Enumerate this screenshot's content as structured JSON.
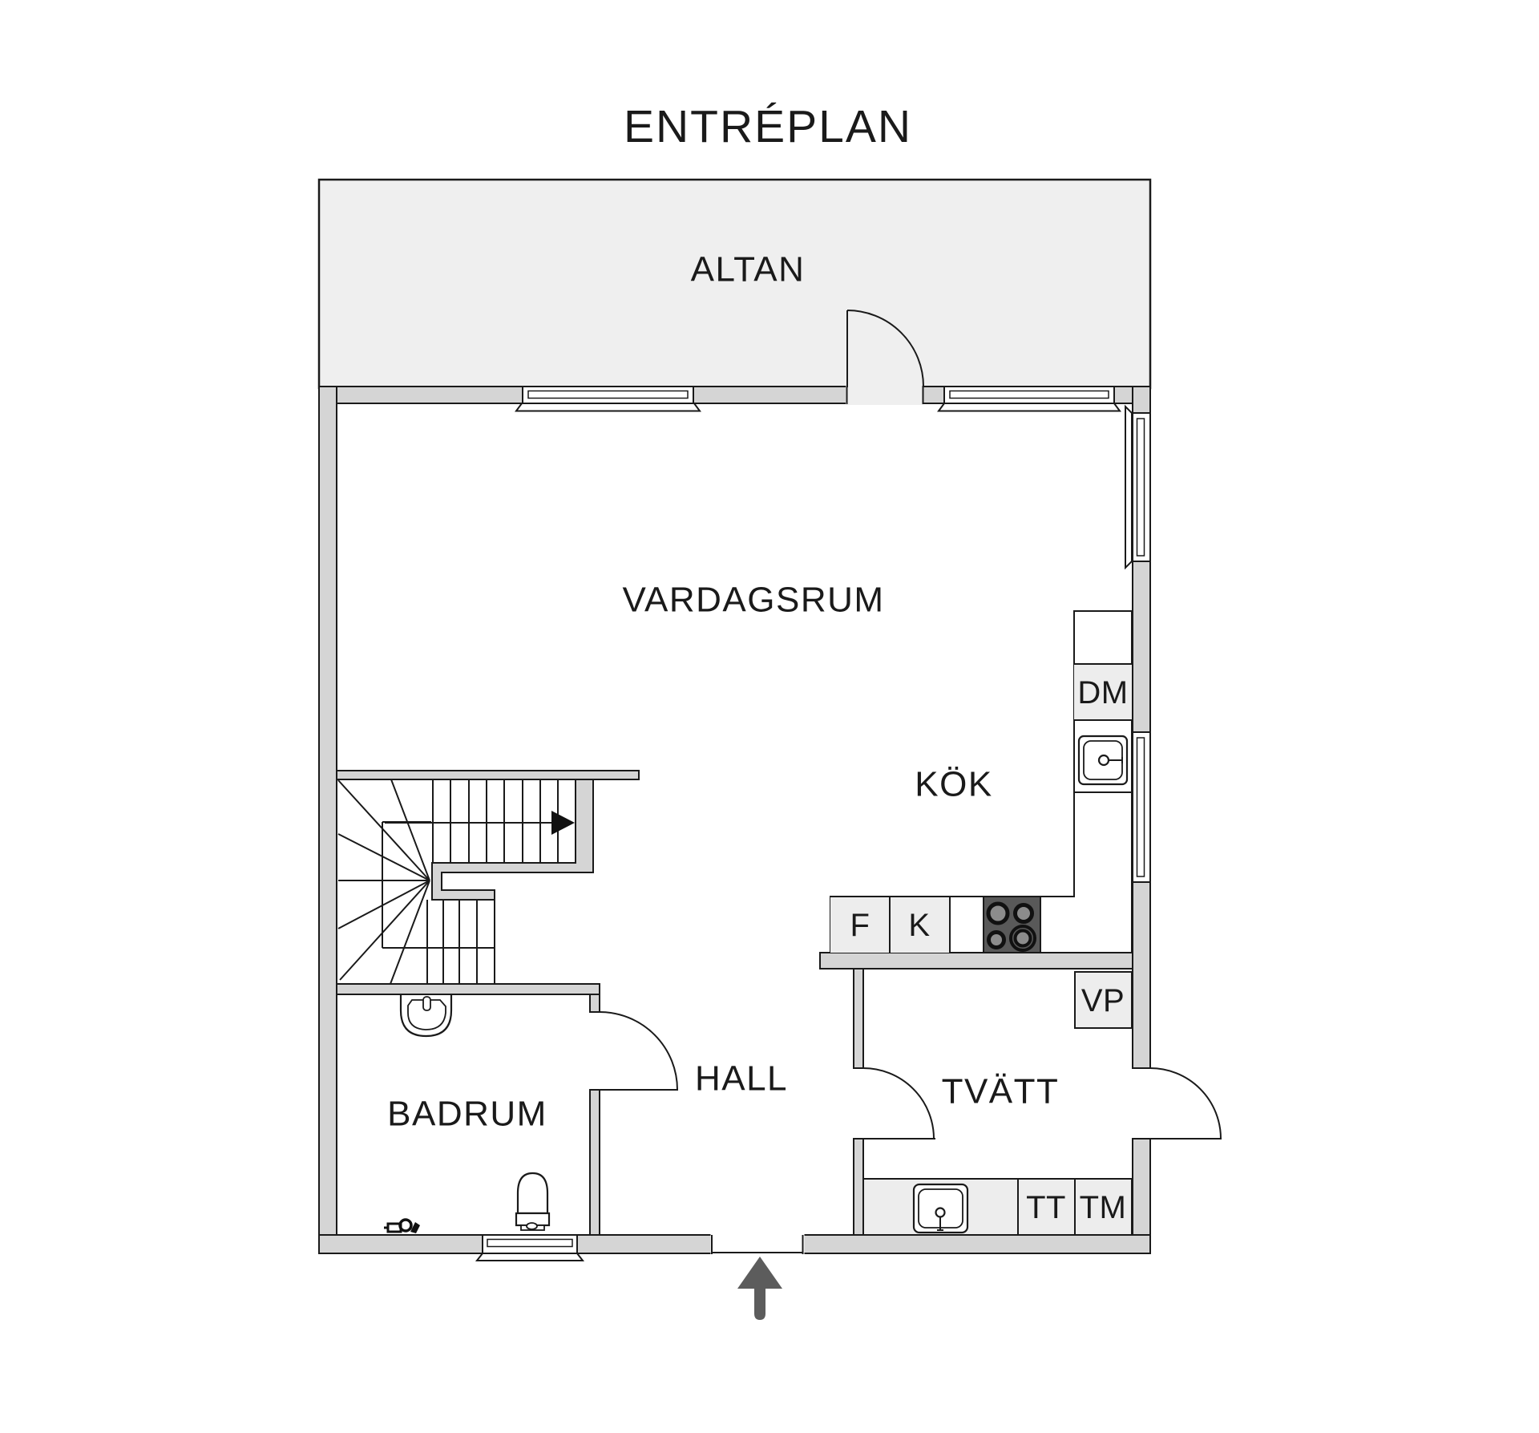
{
  "title": "ENTRÉPLAN",
  "rooms": {
    "altan": "ALTAN",
    "vardagsrum": "VARDAGSRUM",
    "kok": "KÖK",
    "hall": "HALL",
    "badrum": "BADRUM",
    "tvatt": "TVÄTT"
  },
  "labels": {
    "dm": "DM",
    "f": "F",
    "k": "K",
    "vp": "VP",
    "tt": "TT",
    "tm": "TM"
  },
  "colors": {
    "bg": "#ffffff",
    "wall": "#d5d5d5",
    "outdoor": "#efefef",
    "cabinet": "#ededed",
    "stove": "#595959",
    "burner": "#8c8c8c",
    "line": "#1a1a1a",
    "arrow": "#5c5c5c"
  }
}
